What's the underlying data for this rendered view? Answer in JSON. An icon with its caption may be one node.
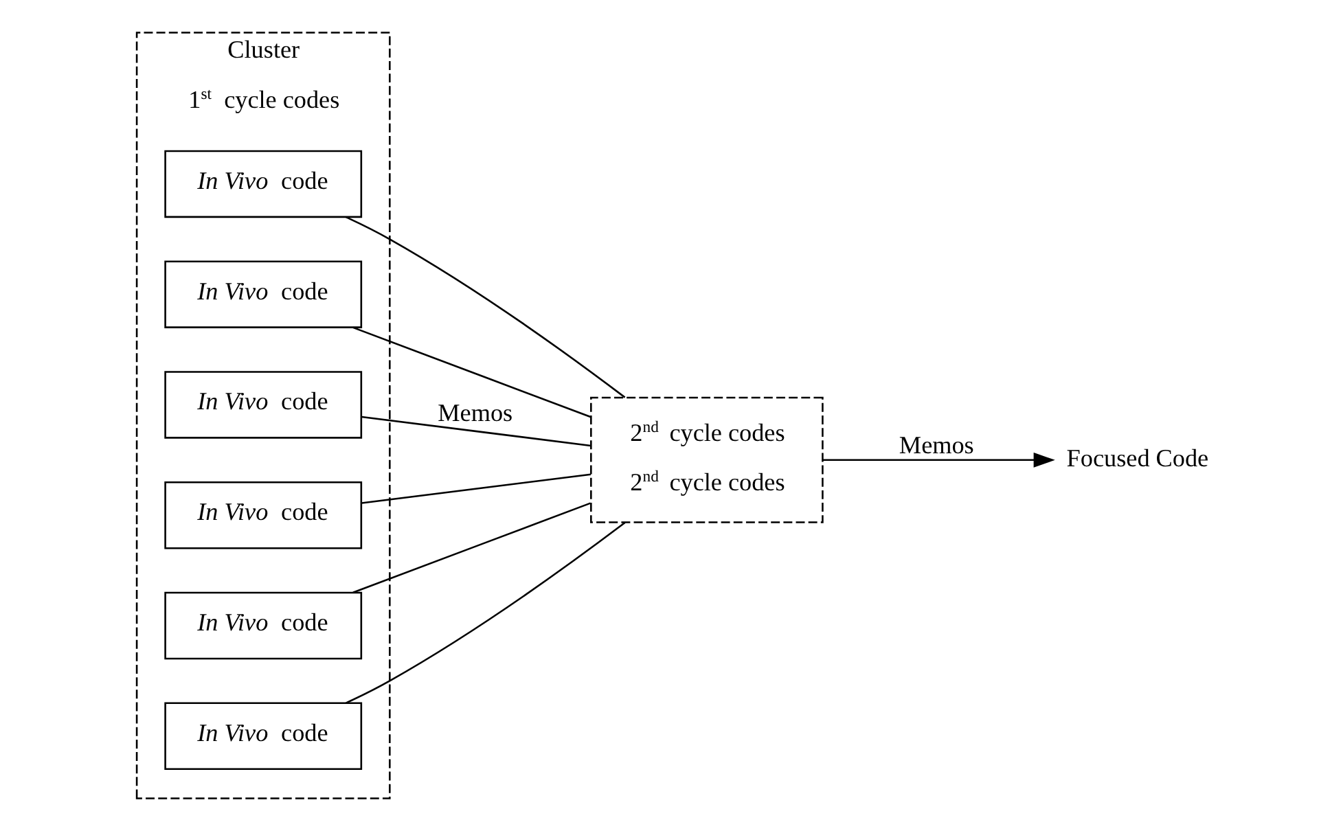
{
  "diagram": {
    "nodes": [
      {
        "text": [
          "Cluster",
          "1$^{st}$ cycle codes"
        ]
      },
      {
        "text": [
          "*In Vivo* code"
        ],
        "in": 0
      },
      {
        "text": [
          "*In Vivo* code"
        ],
        "in": 0
      },
      {
        "text": [
          "*In Vivo* code"
        ],
        "in": 0
      },
      {
        "text": [
          "*In Vivo* code"
        ],
        "in": 0
      },
      {
        "text": [
          "*In Vivo* code"
        ],
        "in": 0
      },
      {
        "text": [
          "*In Vivo* code"
        ],
        "in": 0
      },
      {
        "text": [
          "2$^{nd}$ cycle codes",
          "2$^{nd}$ cycle codes"
        ]
      },
      {
        "text": [
          "Focused Code"
        ]
      }
    ],
    "edges": [
      {
        "from": 1,
        "to": 7,
        "arrow": "none"
      },
      {
        "from": 2,
        "to": 7,
        "arrow": "none"
      },
      {
        "from": 3,
        "to": 7,
        "arrow": "none",
        "label": "Memos"
      },
      {
        "from": 4,
        "to": 7,
        "arrow": "none"
      },
      {
        "from": 5,
        "to": 7,
        "arrow": "none"
      },
      {
        "from": 6,
        "to": 7,
        "arrow": "none"
      },
      {
        "from": 7,
        "to": 8,
        "arrow": "to",
        "label": "Memos"
      }
    ]
  }
}
